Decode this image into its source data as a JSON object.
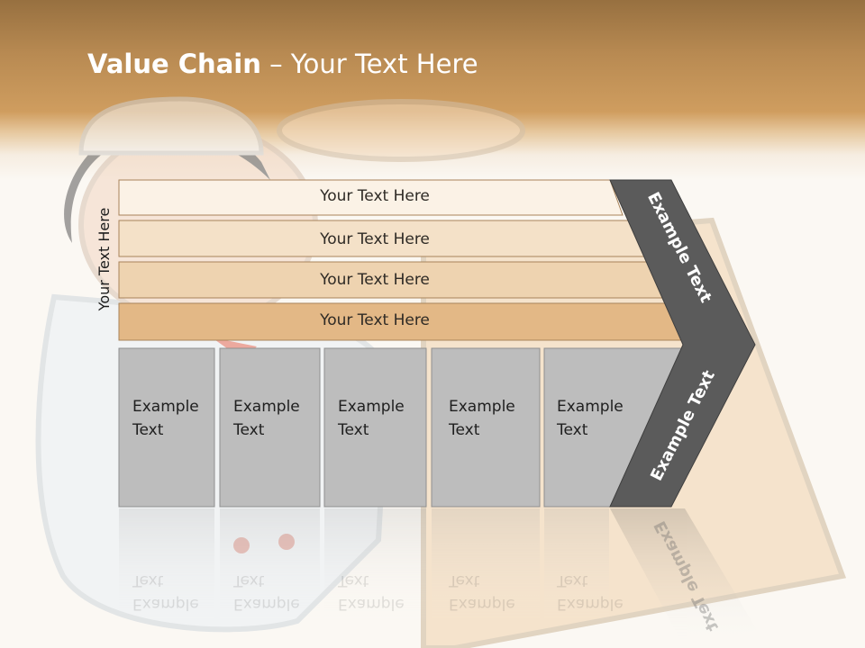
{
  "slide": {
    "title_bold": "Value Chain",
    "title_rest": " – Your Text Here",
    "side_label": "Your Text Here",
    "bars": [
      {
        "label": "Your Text Here",
        "color": "#fbf2e6"
      },
      {
        "label": "Your Text Here",
        "color": "#f4e1c8"
      },
      {
        "label": "Your Text Here",
        "color": "#eed3b0"
      },
      {
        "label": "Your Text Here",
        "color": "#e3b886"
      }
    ],
    "columns": [
      {
        "line1": "Example",
        "line2": "Text"
      },
      {
        "line1": "Example",
        "line2": "Text"
      },
      {
        "line1": "Example",
        "line2": "Text"
      },
      {
        "line1": "Example",
        "line2": "Text"
      },
      {
        "line1": "Example",
        "line2": "Text"
      }
    ],
    "chevron_upper": "Example Text",
    "chevron_lower": "Example Text",
    "colors": {
      "column_fill": "#bdbdbd",
      "chevron_fill": "#5b5b5b",
      "header_band": "#c99a60",
      "bar_border": "#a8835a"
    }
  }
}
